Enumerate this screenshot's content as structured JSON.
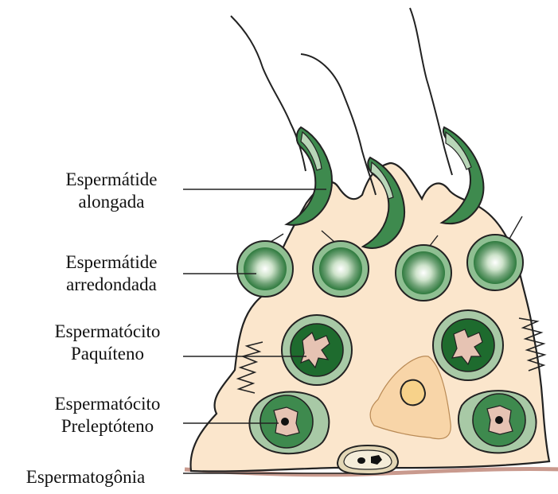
{
  "labels": {
    "elongated": {
      "line1": "Espermátide",
      "line2": "alongada"
    },
    "round": {
      "line1": "Espermátide",
      "line2": "arredondada"
    },
    "pachytene": {
      "line1": "Espermatócito",
      "line2": "Paquíteno"
    },
    "preleptotene": {
      "line1": "Espermatócito",
      "line2": "Preleptóteno"
    },
    "spermatogonia": "Espermatogônia"
  },
  "colors": {
    "sertoli": "#FBE6CC",
    "sertoli_inner": "#F8D5A8",
    "outline": "#222222",
    "green_dark": "#1E6B2E",
    "green_mid": "#5E9A6A",
    "green_light": "#B9D6B8",
    "nucleus_pink": "#E6C3B3",
    "basement": "#C99A8E"
  }
}
